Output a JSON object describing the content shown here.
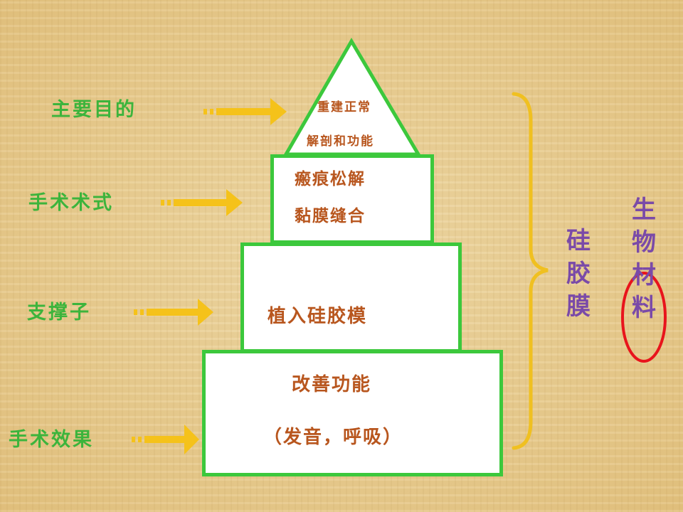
{
  "left_labels": [
    "主要目的",
    "手术术式",
    "支撑子",
    "手术效果"
  ],
  "pyramid": {
    "apex_line1": "重建正常",
    "apex_line2": "解剖和功能",
    "tier2_line1": "瘢痕松解",
    "tier2_line2": "黏膜缝合",
    "tier3": "植入硅胶模",
    "tier4_line1": "改善功能",
    "tier4_line2": "（发音，呼吸）"
  },
  "right": {
    "silicone": [
      "硅",
      "胶",
      "膜"
    ],
    "biomaterial": [
      "生",
      "物",
      "材",
      "料"
    ]
  },
  "colors": {
    "green_border": "#3cc83c",
    "label_green": "#3cb43c",
    "tier_text": "#b8561e",
    "arrow": "#f5c21a",
    "brace": "#f0c020",
    "purple": "#7a4aa8",
    "red_oval": "#e8141c"
  },
  "icons": [
    "arrow-right-icon",
    "curly-brace-icon",
    "highlight-oval"
  ]
}
